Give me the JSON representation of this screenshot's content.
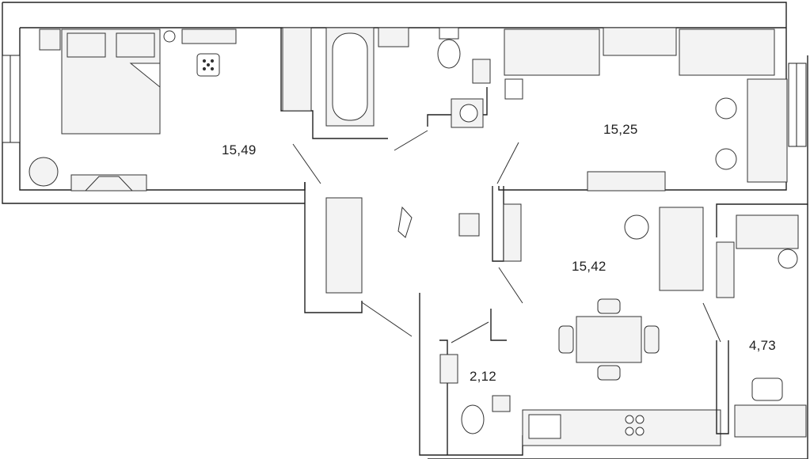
{
  "rooms": [
    {
      "id": "bedroom",
      "area": "15,49"
    },
    {
      "id": "second-bedroom",
      "area": "15,25"
    },
    {
      "id": "living-kitchen",
      "area": "15,42"
    },
    {
      "id": "loggia",
      "area": "4,73"
    },
    {
      "id": "bathroom",
      "area": "2,12"
    }
  ],
  "colors": {
    "wall": "#222222",
    "line": "#333333",
    "fill": "#f2f2f2",
    "furniture": "#ececec"
  }
}
